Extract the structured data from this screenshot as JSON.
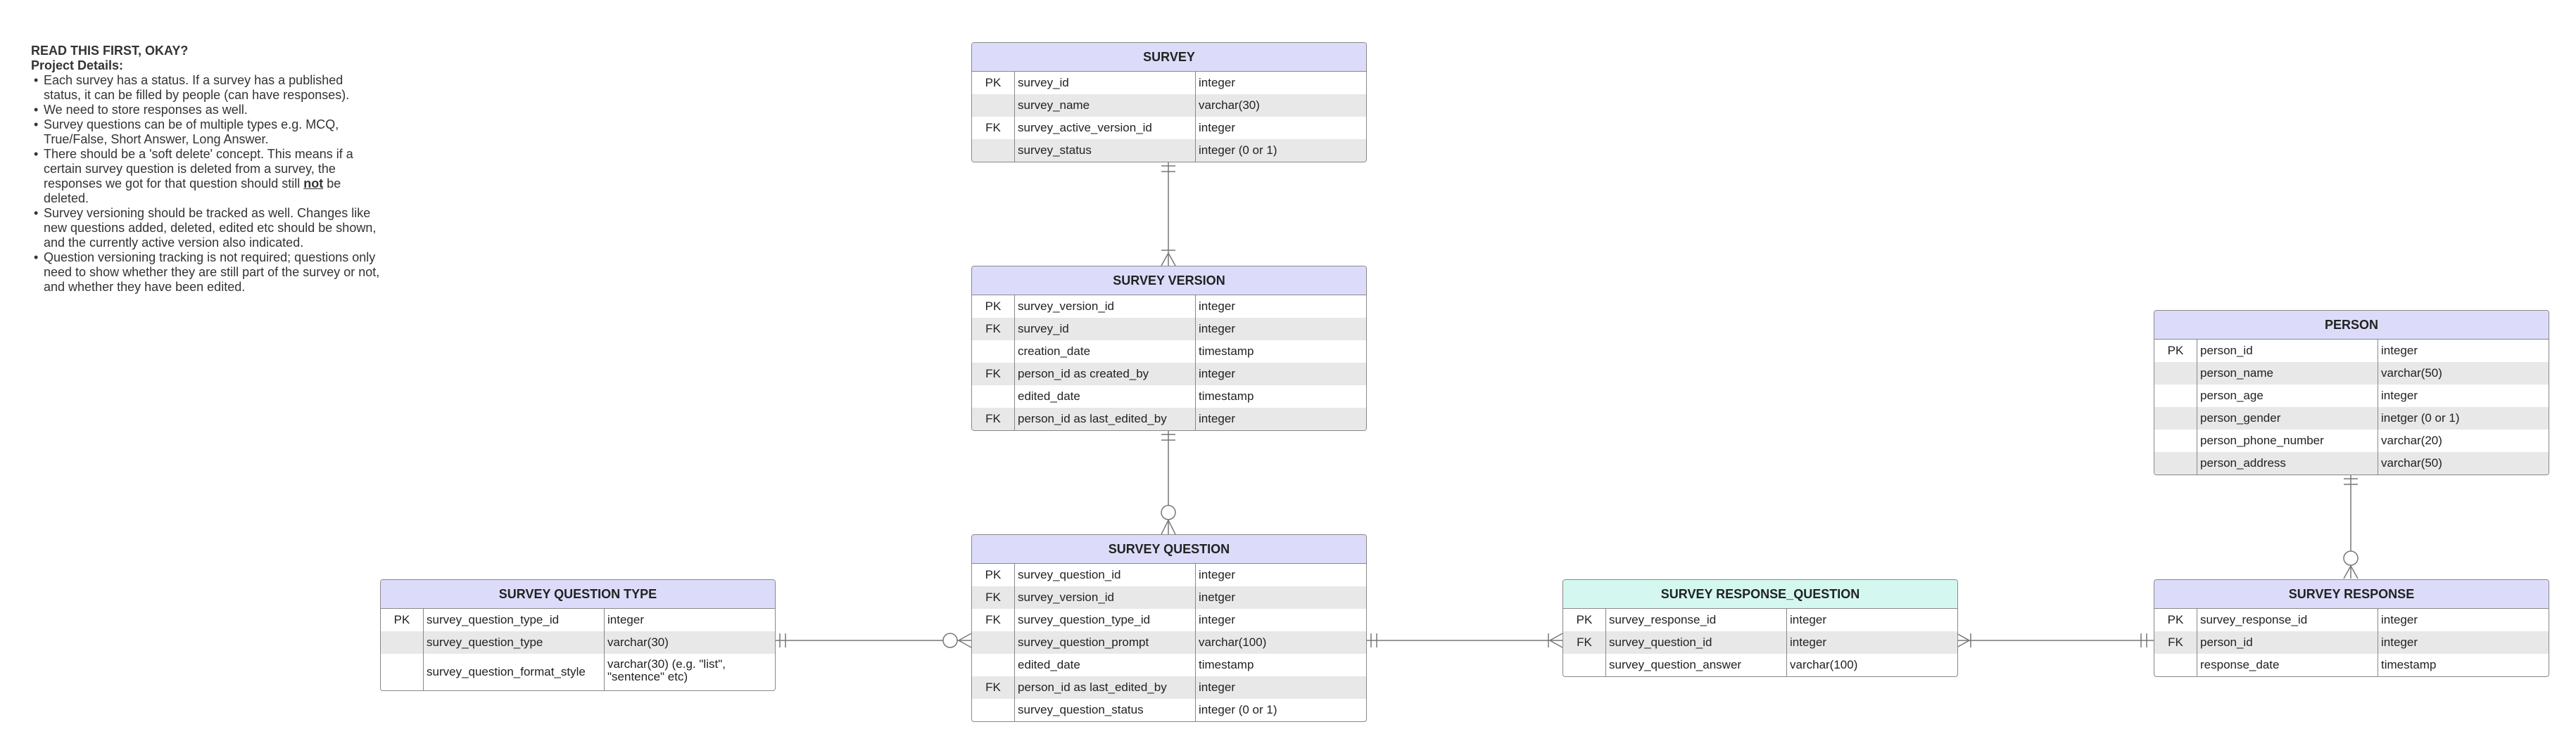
{
  "notes": {
    "heading1": "READ THIS FIRST, OKAY?",
    "heading2": "Project Details:",
    "items": [
      "Each survey has a status. If a survey has a published status, it can be filled by people (can have responses).",
      "We need to store responses as well.",
      "Survey questions can be of multiple types e.g. MCQ, True/False, Short Answer, Long Answer.",
      "There should be a 'soft delete' concept. This means if a certain survey question is deleted from a survey, the responses we got for that question should still",
      "Survey versioning should be tracked as well. Changes like new questions added, deleted, edited etc should be shown, and the currently active version also indicated.",
      "Question versioning tracking is not required; questions only need to show whether they are still part of the survey or not, and whether they have been edited."
    ],
    "item4_bold": "not",
    "item4_tail": " be deleted."
  },
  "tables": {
    "survey": {
      "title": "SURVEY",
      "rows": [
        {
          "key": "PK",
          "name": "survey_id",
          "type": "integer"
        },
        {
          "key": "",
          "name": "survey_name",
          "type": "varchar(30)"
        },
        {
          "key": "FK",
          "name": "survey_active_version_id",
          "type": "integer"
        },
        {
          "key": "",
          "name": "survey_status",
          "type": "integer (0 or 1)"
        }
      ]
    },
    "survey_version": {
      "title": "SURVEY VERSION",
      "rows": [
        {
          "key": "PK",
          "name": "survey_version_id",
          "type": "integer"
        },
        {
          "key": "FK",
          "name": "survey_id",
          "type": "integer"
        },
        {
          "key": "",
          "name": "creation_date",
          "type": "timestamp"
        },
        {
          "key": "FK",
          "name": "person_id as created_by",
          "type": "integer"
        },
        {
          "key": "",
          "name": "edited_date",
          "type": "timestamp"
        },
        {
          "key": "FK",
          "name": "person_id as last_edited_by",
          "type": "integer"
        }
      ]
    },
    "survey_question": {
      "title": "SURVEY QUESTION",
      "rows": [
        {
          "key": "PK",
          "name": "survey_question_id",
          "type": "integer"
        },
        {
          "key": "FK",
          "name": "survey_version_id",
          "type": "inetger"
        },
        {
          "key": "FK",
          "name": "survey_question_type_id",
          "type": "integer"
        },
        {
          "key": "",
          "name": "survey_question_prompt",
          "type": "varchar(100)"
        },
        {
          "key": "",
          "name": "edited_date",
          "type": "timestamp"
        },
        {
          "key": "FK",
          "name": "person_id as last_edited_by",
          "type": "integer"
        },
        {
          "key": "",
          "name": "survey_question_status",
          "type": "integer (0 or 1)"
        }
      ]
    },
    "survey_question_type": {
      "title": "SURVEY QUESTION TYPE",
      "rows": [
        {
          "key": "PK",
          "name": "survey_question_type_id",
          "type": "integer"
        },
        {
          "key": "",
          "name": "survey_question_type",
          "type": "varchar(30)"
        },
        {
          "key": "",
          "name": "survey_question_format_style",
          "type": "varchar(30) (e.g. \"list\", \"sentence\" etc)"
        }
      ]
    },
    "survey_response_question": {
      "title": "SURVEY RESPONSE_QUESTION",
      "rows": [
        {
          "key": "PK",
          "name": "survey_response_id",
          "type": "integer"
        },
        {
          "key": "FK",
          "name": "survey_question_id",
          "type": "integer"
        },
        {
          "key": "",
          "name": "survey_question_answer",
          "type": "varchar(100)"
        }
      ]
    },
    "person": {
      "title": "PERSON",
      "rows": [
        {
          "key": "PK",
          "name": "person_id",
          "type": "integer"
        },
        {
          "key": "",
          "name": "person_name",
          "type": "varchar(50)"
        },
        {
          "key": "",
          "name": "person_age",
          "type": "integer"
        },
        {
          "key": "",
          "name": "person_gender",
          "type": "inetger (0 or 1)"
        },
        {
          "key": "",
          "name": "person_phone_number",
          "type": "varchar(20)"
        },
        {
          "key": "",
          "name": "person_address",
          "type": "varchar(50)"
        }
      ]
    },
    "survey_response": {
      "title": "SURVEY RESPONSE",
      "rows": [
        {
          "key": "PK",
          "name": "survey_response_id",
          "type": "integer"
        },
        {
          "key": "FK",
          "name": "person_id",
          "type": "integer"
        },
        {
          "key": "",
          "name": "response_date",
          "type": "timestamp"
        }
      ]
    }
  }
}
